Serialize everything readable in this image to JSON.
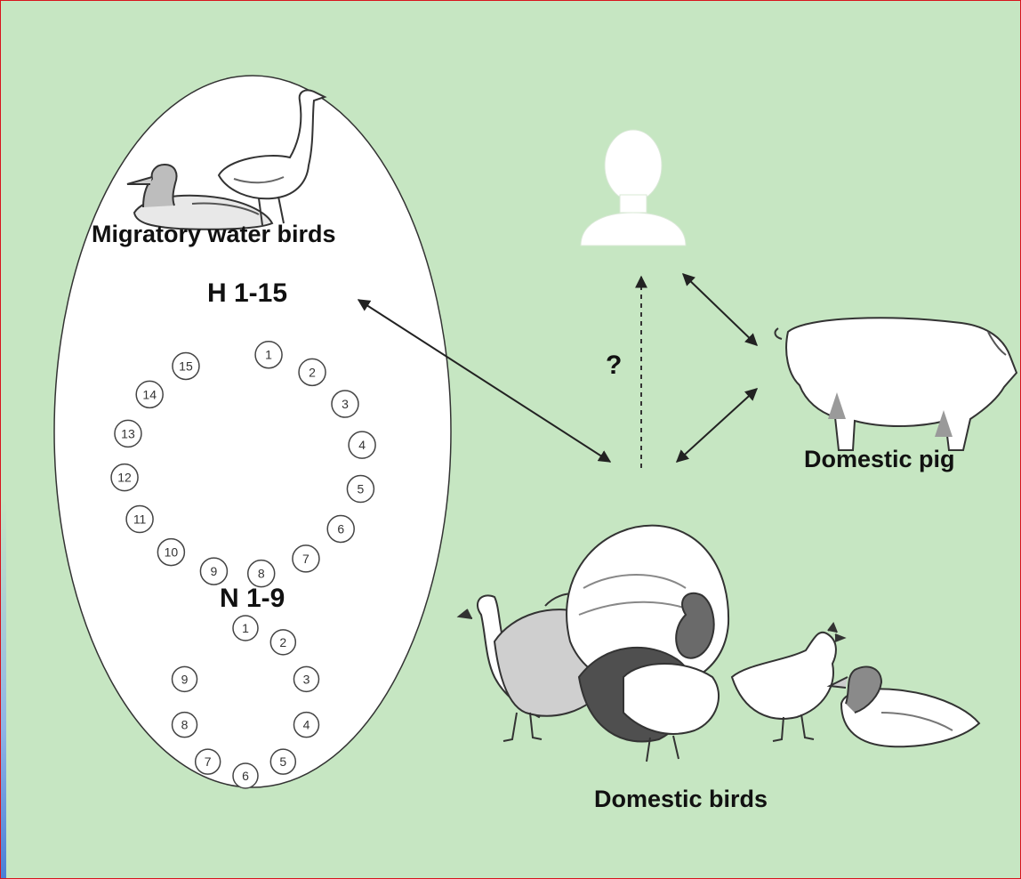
{
  "labels": {
    "migratory": "Migratory water birds",
    "h_range": "H 1-15",
    "n_range": "N 1-9",
    "question": "?",
    "domestic_pig": "Domestic pig",
    "domestic_birds": "Domestic birds"
  },
  "h_subtypes": [
    "1",
    "2",
    "3",
    "4",
    "5",
    "6",
    "7",
    "8",
    "9",
    "10",
    "11",
    "12",
    "13",
    "14",
    "15"
  ],
  "n_subtypes": [
    "1",
    "2",
    "3",
    "4",
    "5",
    "6",
    "7",
    "8",
    "9"
  ],
  "icons": [
    "duck-icon",
    "goose-icon",
    "human-silhouette-icon",
    "pig-icon",
    "rooster-icon",
    "turkey-icon",
    "hen-icon",
    "duck-icon"
  ],
  "colors": {
    "background": "#c6e6c2",
    "border": "#d8141c",
    "ellipse": "#ffffff"
  }
}
